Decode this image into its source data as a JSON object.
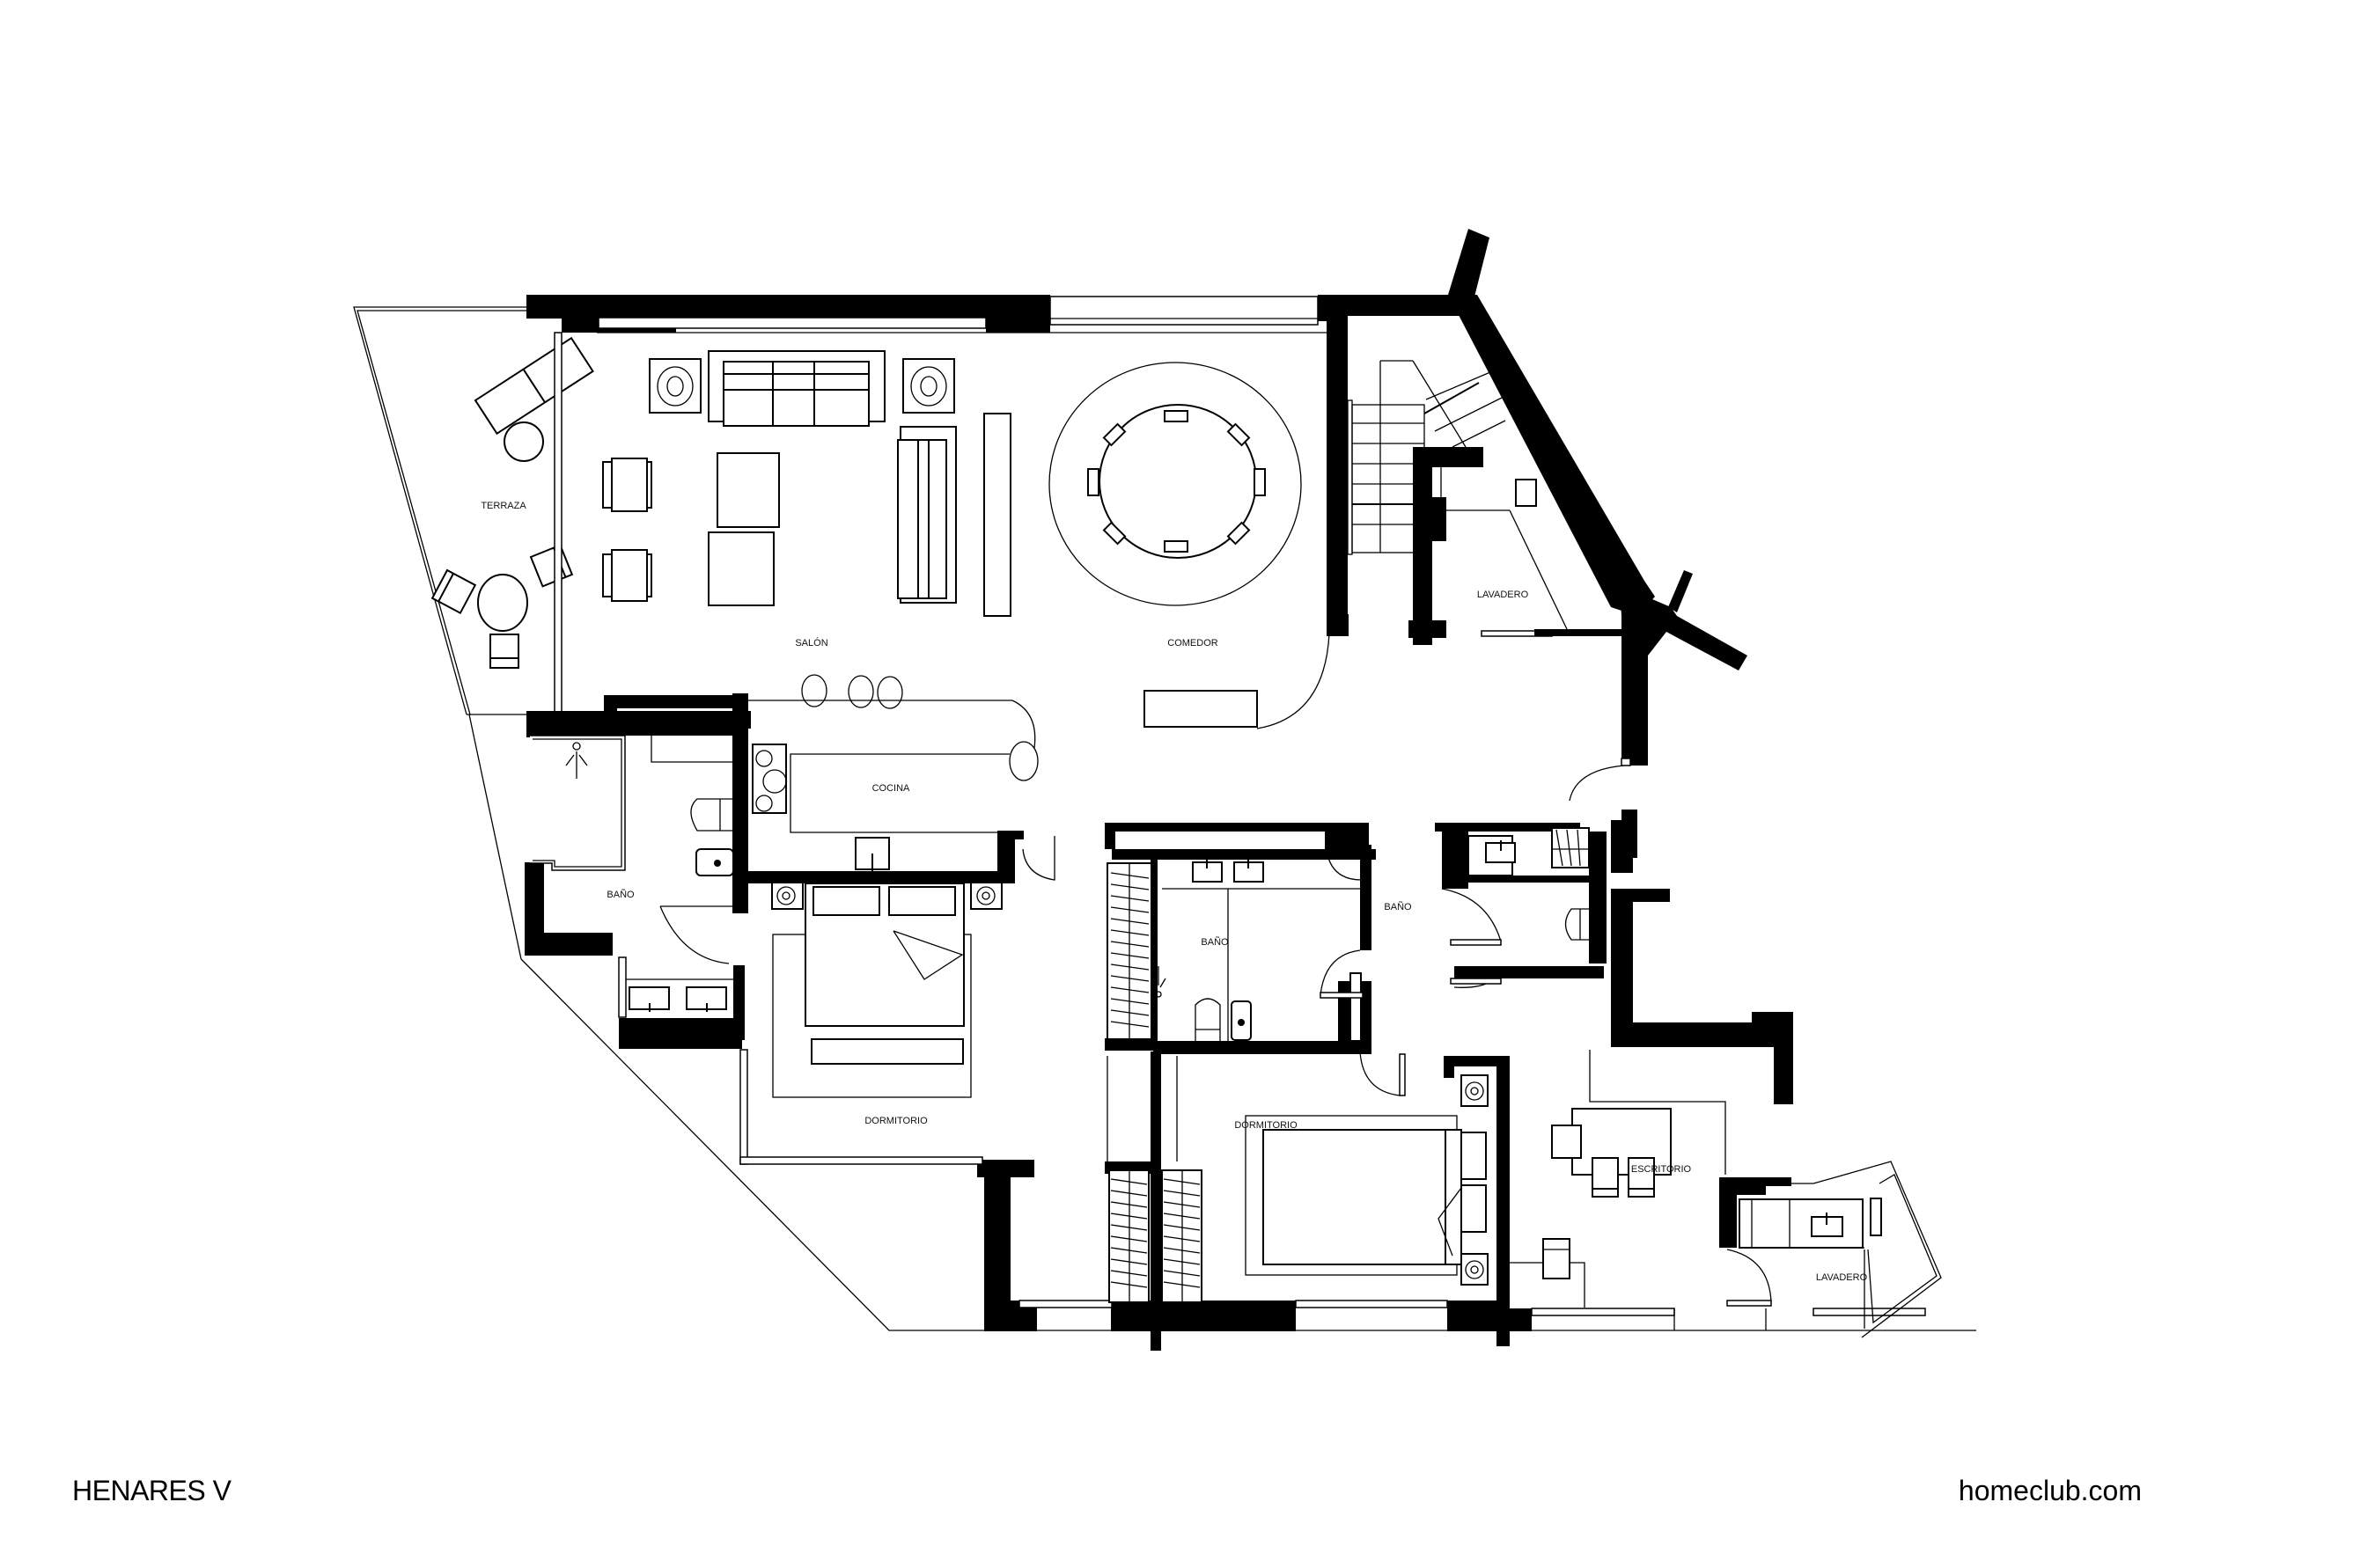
{
  "plan": {
    "title": "HENARES V",
    "website": "homeclub.com",
    "colors": {
      "wall": "#000000",
      "line": "#000000",
      "background": "#ffffff"
    },
    "rooms": {
      "terraza": "TERRAZA",
      "salon": "SALÓN",
      "comedor": "COMEDOR",
      "lavadero_top": "LAVADERO",
      "cocina": "COCINA",
      "bano_left": "BAÑO",
      "dormitorio_left": "DORMITORIO",
      "bano_center": "BAÑO",
      "bano_right": "BAÑO",
      "dormitorio_center": "DORMITORIO",
      "escritorio": "ESCRITORIO",
      "lavadero_bottom": "LAVADERO"
    }
  }
}
